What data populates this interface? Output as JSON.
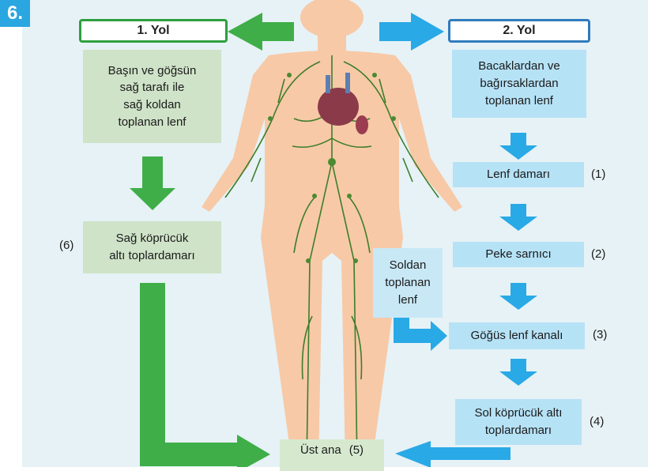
{
  "question_number": "6.",
  "colors": {
    "green": "#3fae48",
    "blue": "#29a9e6",
    "skin": "#f7c9a7",
    "lymph": "#3d7d2a"
  },
  "left_path": {
    "title": "1. Yol",
    "source_lines": [
      "Başın ve göğsün",
      "sağ tarafı ile",
      "sağ koldan",
      "toplanan lenf"
    ],
    "vein_lines": [
      "Sağ köprücük",
      "altı toplardamarı"
    ],
    "vein_num": "(6)"
  },
  "right_path": {
    "title": "2. Yol",
    "source_lines": [
      "Bacaklardan ve",
      "bağırsaklardan",
      "toplanan lenf"
    ],
    "vessel": "Lenf damarı",
    "vessel_num": "(1)",
    "cistern": "Peke sarnıcı",
    "cistern_num": "(2)",
    "left_lymph_lines": [
      "Soldan",
      "toplanan",
      "lenf"
    ],
    "duct": "Göğüs lenf kanalı",
    "duct_num": "(3)",
    "left_vein_lines": [
      "Sol köprücük altı",
      "toplardamarı"
    ],
    "left_vein_num": "(4)"
  },
  "final": {
    "label": "Üst ana",
    "num": "(5)"
  }
}
